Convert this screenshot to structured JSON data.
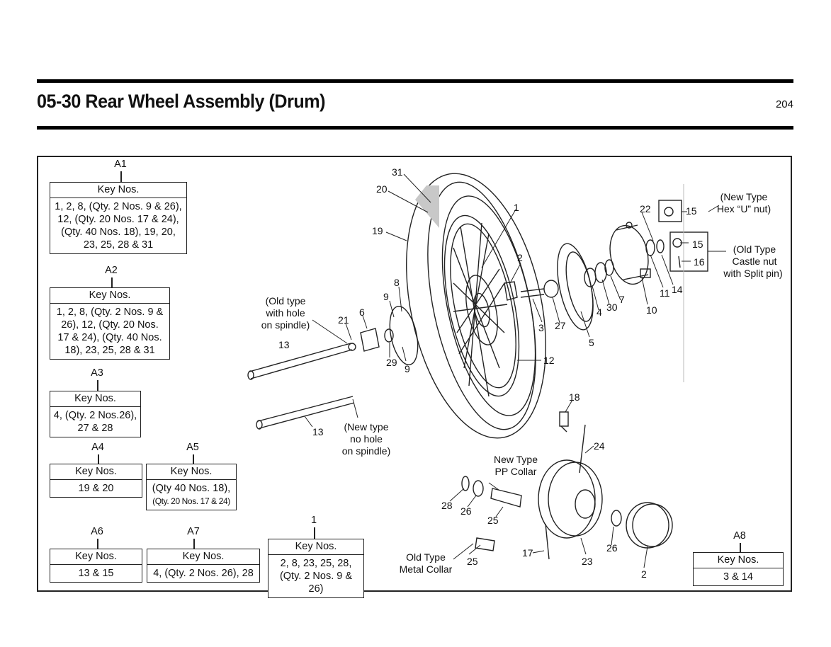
{
  "header": {
    "title": "05-30 Rear Wheel Assembly (Drum)",
    "page_number": "204"
  },
  "kits": [
    {
      "tag": "A1",
      "header": "Key Nos.",
      "lines": [
        "1, 2, 8, (Qty. 2 Nos. 9 & 26),",
        "12, (Qty. 20 Nos. 17 & 24),",
        "(Qty. 40 Nos. 18), 19, 20,",
        "23, 25, 28 & 31"
      ]
    },
    {
      "tag": "A2",
      "header": "Key Nos.",
      "lines": [
        "1, 2, 8, (Qty. 2 Nos. 9 &",
        "26), 12, (Qty. 20 Nos.",
        "17 & 24), (Qty. 40 Nos.",
        "18), 23, 25, 28 & 31"
      ]
    },
    {
      "tag": "A3",
      "header": "Key Nos.",
      "lines": [
        "4, (Qty. 2 Nos.26),",
        "27 & 28"
      ]
    },
    {
      "tag": "A4",
      "header": "Key Nos.",
      "lines": [
        "19 & 20"
      ]
    },
    {
      "tag": "A5",
      "header": "Key Nos.",
      "lines": [
        "(Qty 40 Nos. 18),",
        "(Qty. 20 Nos. 17 & 24)"
      ]
    },
    {
      "tag": "A6",
      "header": "Key Nos.",
      "lines": [
        "13 & 15"
      ]
    },
    {
      "tag": "A7",
      "header": "Key Nos.",
      "lines": [
        "4, (Qty. 2 Nos. 26), 28"
      ]
    },
    {
      "tag": "1",
      "header": "Key Nos.",
      "lines": [
        "2, 8, 23, 25, 28,",
        "(Qty. 2 Nos. 9 & 26)"
      ]
    },
    {
      "tag": "A8",
      "header": "Key Nos.",
      "lines": [
        "3 & 14"
      ]
    }
  ],
  "notes": {
    "old_type_spindle": [
      "(Old type",
      "with hole",
      "on spindle)"
    ],
    "new_type_spindle": [
      "(New type",
      "no hole",
      "on spindle)"
    ],
    "new_type_hex_nut": [
      "(New Type",
      "Hex “U” nut)"
    ],
    "old_type_castle_nut": [
      "(Old Type",
      "Castle nut",
      "with Split pin)"
    ],
    "new_type_pp_collar": [
      "New Type",
      "PP Collar"
    ],
    "old_type_metal_collar": [
      "Old Type",
      "Metal Collar"
    ]
  },
  "callouts": [
    "31",
    "20",
    "19",
    "1",
    "2",
    "22",
    "15",
    "15",
    "16",
    "8",
    "9",
    "9",
    "6",
    "21",
    "13",
    "13",
    "29",
    "3",
    "27",
    "4",
    "30",
    "7",
    "5",
    "10",
    "11",
    "14",
    "12",
    "18",
    "24",
    "28",
    "26",
    "25",
    "25",
    "17",
    "23",
    "26",
    "2"
  ],
  "colors": {
    "line": "#222222",
    "tread_highlight": "#c8c8c8"
  }
}
